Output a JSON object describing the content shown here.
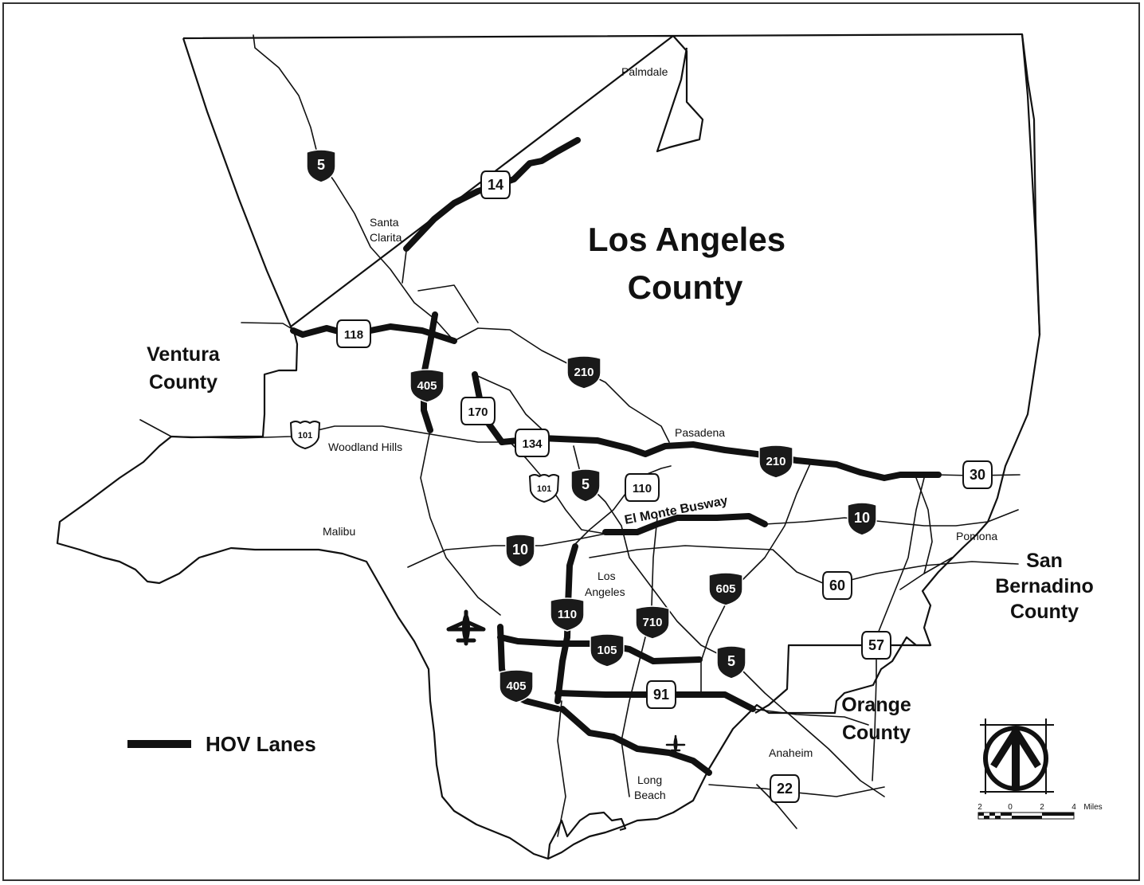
{
  "map": {
    "title_line1": "Los Angeles",
    "title_line2": "County",
    "regions": {
      "ventura_line1": "Ventura",
      "ventura_line2": "County",
      "sanbern_line1": "San",
      "sanbern_line2": "Bernadino",
      "sanbern_line3": "County",
      "orange_line1": "Orange",
      "orange_line2": "County"
    },
    "cities": {
      "palmdale": "Palmdale",
      "santa_clarita_1": "Santa",
      "santa_clarita_2": "Clarita",
      "woodland_hills": "Woodland Hills",
      "pasadena": "Pasadena",
      "malibu": "Malibu",
      "pomona": "Pomona",
      "los_angeles_1": "Los",
      "los_angeles_2": "Angeles",
      "anaheim": "Anaheim",
      "long_beach_1": "Long",
      "long_beach_2": "Beach"
    },
    "busway_label": "El Monte Busway",
    "legend": {
      "hov_label": "HOV Lanes"
    },
    "scale": {
      "labels": [
        "2",
        "0",
        "2",
        "4"
      ],
      "unit": "Miles"
    },
    "shields": [
      {
        "id": "i5-north",
        "type": "interstate",
        "number": "5"
      },
      {
        "id": "sr14",
        "type": "state",
        "number": "14"
      },
      {
        "id": "sr118",
        "type": "state",
        "number": "118"
      },
      {
        "id": "i405-north",
        "type": "interstate",
        "number": "405"
      },
      {
        "id": "i210-west",
        "type": "interstate",
        "number": "210"
      },
      {
        "id": "sr170",
        "type": "state",
        "number": "170"
      },
      {
        "id": "us101-west",
        "type": "us",
        "number": "101"
      },
      {
        "id": "sr134",
        "type": "state",
        "number": "134"
      },
      {
        "id": "i210-east",
        "type": "interstate",
        "number": "210"
      },
      {
        "id": "sr30",
        "type": "state",
        "number": "30"
      },
      {
        "id": "us101-central",
        "type": "us",
        "number": "101"
      },
      {
        "id": "i5-central",
        "type": "interstate",
        "number": "5"
      },
      {
        "id": "sr110",
        "type": "state",
        "number": "110"
      },
      {
        "id": "i10-east",
        "type": "interstate",
        "number": "10"
      },
      {
        "id": "i10-west",
        "type": "interstate",
        "number": "10"
      },
      {
        "id": "sr60",
        "type": "state",
        "number": "60"
      },
      {
        "id": "i605",
        "type": "interstate",
        "number": "605"
      },
      {
        "id": "i110",
        "type": "interstate",
        "number": "110"
      },
      {
        "id": "i710",
        "type": "interstate",
        "number": "710"
      },
      {
        "id": "i105",
        "type": "interstate",
        "number": "105"
      },
      {
        "id": "sr57",
        "type": "state",
        "number": "57"
      },
      {
        "id": "i5-south",
        "type": "interstate",
        "number": "5"
      },
      {
        "id": "i405-south",
        "type": "interstate",
        "number": "405"
      },
      {
        "id": "sr91",
        "type": "state",
        "number": "91"
      },
      {
        "id": "sr22",
        "type": "state",
        "number": "22"
      }
    ]
  }
}
